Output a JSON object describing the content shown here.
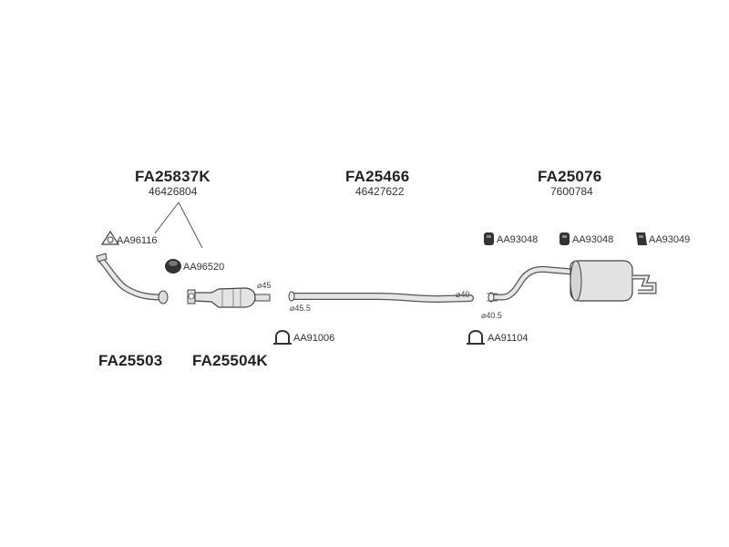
{
  "main_parts": [
    {
      "code": "FA25837K",
      "number": "46426804"
    },
    {
      "code": "FA25466",
      "number": "46427622"
    },
    {
      "code": "FA25076",
      "number": "7600784"
    }
  ],
  "bottom_parts": [
    "FA25503",
    "FA25504K"
  ],
  "accessories": {
    "gasket_front": "AA96116",
    "seal_ring": "AA96520",
    "clamp_middle": "AA91006",
    "clamp_rear": "AA91104",
    "hanger_1": "AA93048",
    "hanger_2": "AA93048",
    "hanger_3": "AA93049"
  },
  "diameters": {
    "cat_outlet": "⌀45",
    "mid_inlet": "⌀45.5",
    "mid_outlet": "⌀40",
    "rear_inlet": "⌀40.5"
  },
  "colors": {
    "line": "#555555",
    "part_fill": "#e6e6e6",
    "dark_part": "#333333"
  }
}
